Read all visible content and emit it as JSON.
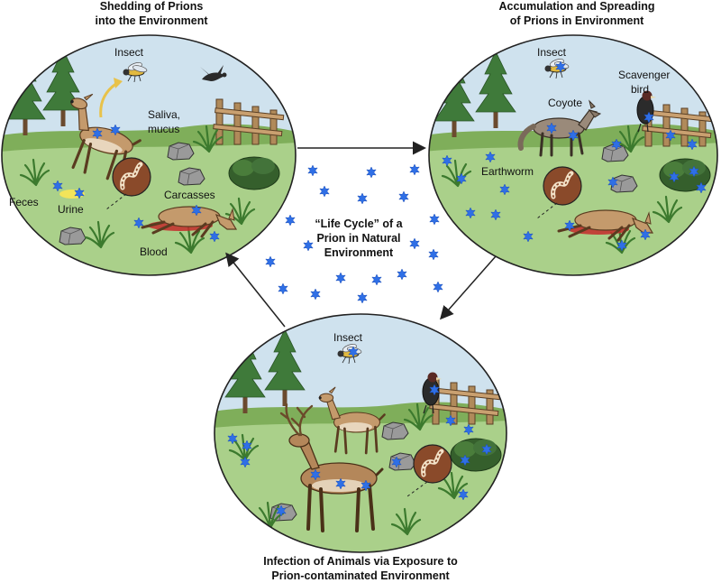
{
  "panels": {
    "shedding": {
      "title_line1": "Shedding of Prions",
      "title_line2": "into the Environment",
      "labels": {
        "insect": "Insect",
        "saliva_line1": "Saliva,",
        "saliva_line2": "mucus",
        "feces": "Feces",
        "urine": "Urine",
        "carcasses": "Carcasses",
        "blood": "Blood"
      }
    },
    "accumulation": {
      "title_line1": "Accumulation and Spreading",
      "title_line2": "of Prions in Environment",
      "labels": {
        "insect": "Insect",
        "coyote": "Coyote",
        "scavenger_line1": "Scavenger",
        "scavenger_line2": "bird",
        "earthworm": "Earthworm"
      }
    },
    "infection": {
      "title_line1": "Infection of Animals via Exposure to",
      "title_line2": "Prion-contaminated Environment",
      "labels": {
        "insect": "Insect"
      }
    }
  },
  "center": {
    "line1": "“Life Cycle” of a",
    "line2": "Prion in Natural",
    "line3": "Environment"
  },
  "colors": {
    "sky": "#cfe2ee",
    "ground": "#aad08a",
    "hill": "#7fae5a",
    "outline": "#222222",
    "prion": "#2f6fe6",
    "deer": "#c49a6c",
    "blood": "#c62a2a",
    "fence": "#b08a5a",
    "rock": "#9a9a9a",
    "tree": "#3f7a3a"
  },
  "icons": [
    "prion-icon",
    "deer-icon",
    "insect-icon",
    "crow-icon",
    "coyote-icon",
    "earthworm-icon",
    "tree-icon",
    "fence-icon",
    "rock-icon",
    "arrow-icon"
  ]
}
